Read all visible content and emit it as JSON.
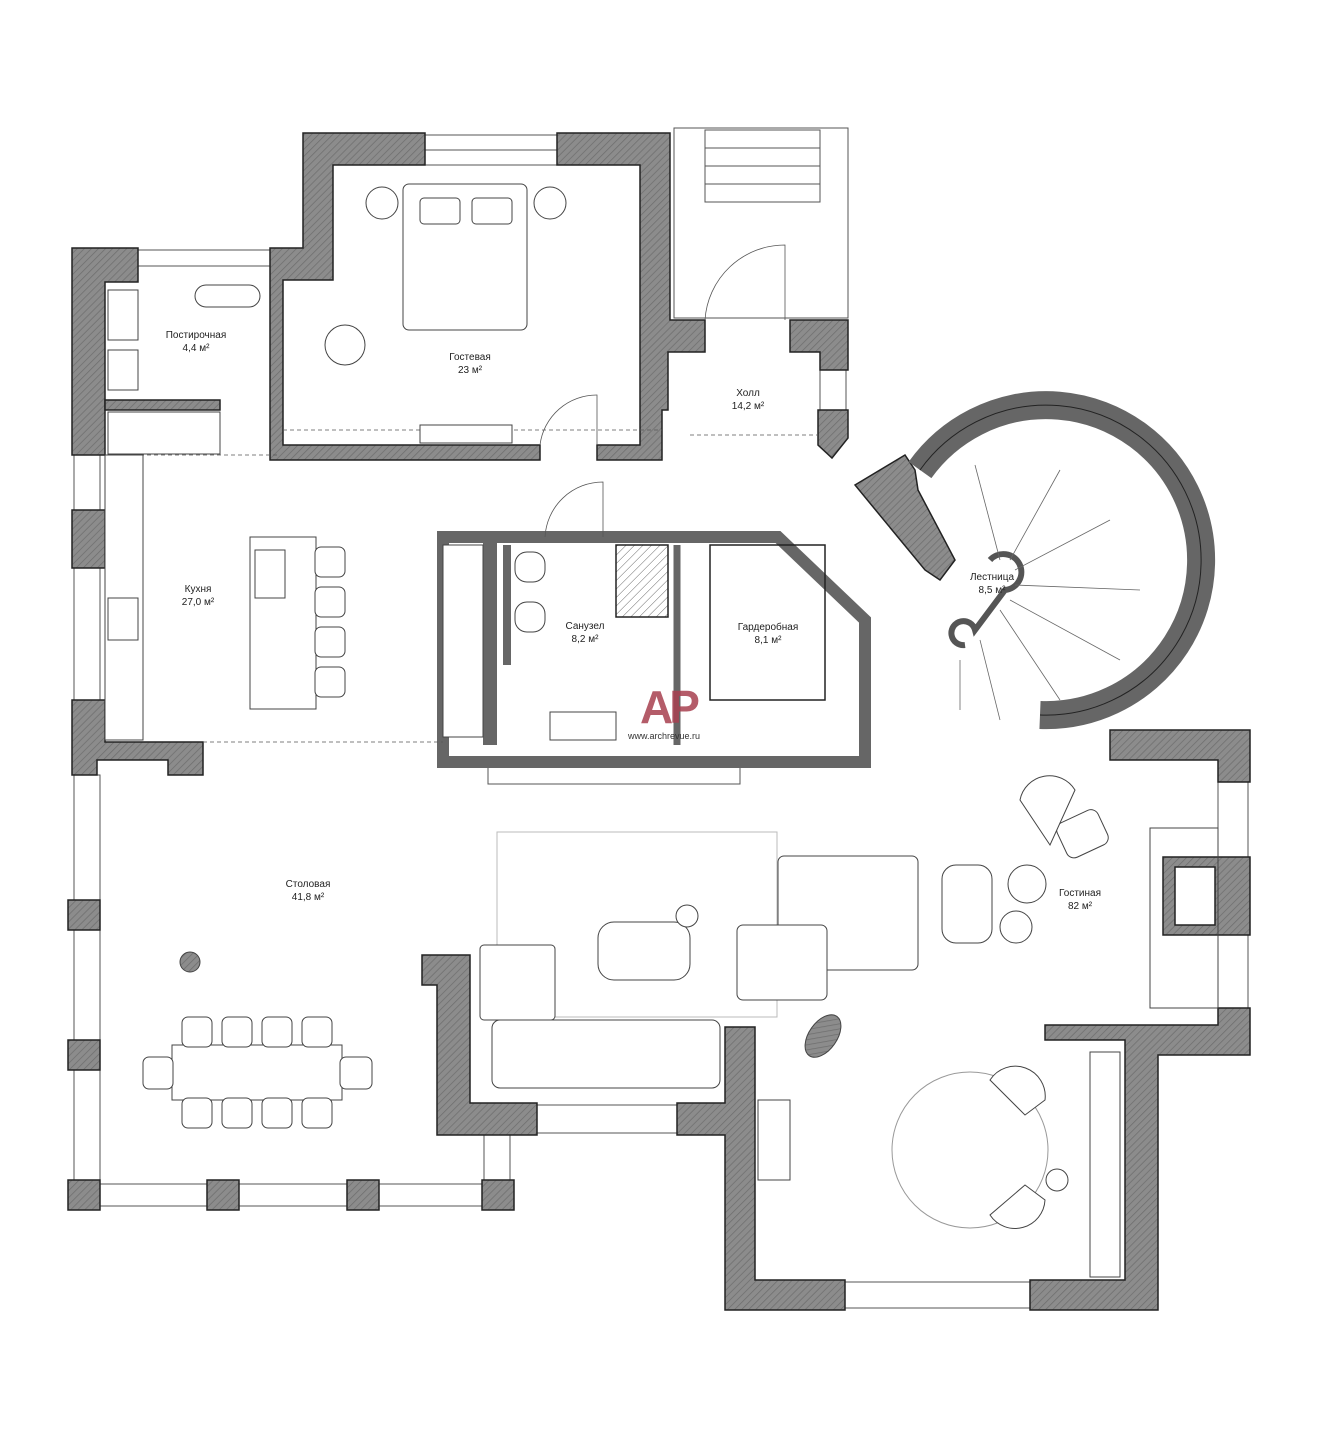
{
  "colors": {
    "wall": "#8c8c8c",
    "line": "#333333",
    "watermark": "#a84050"
  },
  "rooms": [
    {
      "id": "laundry",
      "name": "Постирочная",
      "area": "4,4 м²"
    },
    {
      "id": "guest",
      "name": "Гостевая",
      "area": "23 м²"
    },
    {
      "id": "hall",
      "name": "Холл",
      "area": "14,2 м²"
    },
    {
      "id": "kitchen",
      "name": "Кухня",
      "area": "27,0 м²"
    },
    {
      "id": "bathroom",
      "name": "Санузел",
      "area": "8,2 м²"
    },
    {
      "id": "wardrobe",
      "name": "Гардеробная",
      "area": "8,1 м²"
    },
    {
      "id": "stairs",
      "name": "Лестница",
      "area": "8,5 м²"
    },
    {
      "id": "dining",
      "name": "Столовая",
      "area": "41,8 м²"
    },
    {
      "id": "living",
      "name": "Гостиная",
      "area": "82 м²"
    }
  ],
  "watermark": {
    "logo": "AP",
    "url": "www.archrevue.ru"
  }
}
